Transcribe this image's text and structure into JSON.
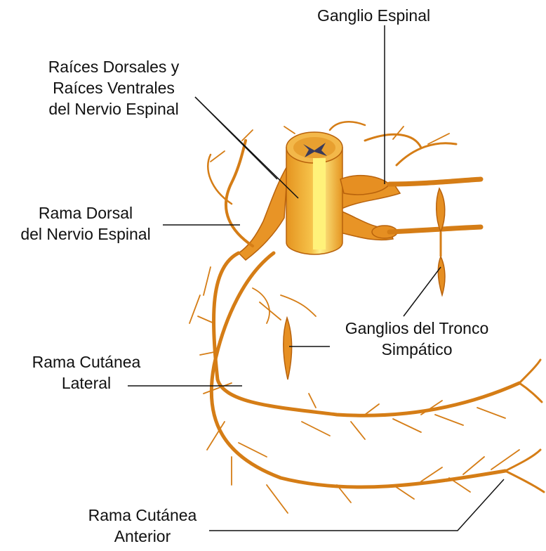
{
  "labels": {
    "ganglio_espinal": "Ganglio Espinal",
    "raices": [
      "Raíces Dorsales y",
      "Raíces Ventrales",
      "del Nervio Espinal"
    ],
    "rama_dorsal": [
      "Rama Dorsal",
      "del Nervio Espinal"
    ],
    "ganglios_tronco": [
      "Ganglios del Tronco",
      "Simpático"
    ],
    "rama_cutanea_lateral": [
      "Rama Cutánea",
      "Lateral"
    ],
    "rama_cutanea_anterior": [
      "Rama Cutánea",
      "Anterior"
    ]
  },
  "colors": {
    "nerve_dark": "#b8620c",
    "nerve_mid": "#e08a1c",
    "nerve_light": "#f2b241",
    "cord_light": "#fff08a",
    "leader": "#111111"
  }
}
